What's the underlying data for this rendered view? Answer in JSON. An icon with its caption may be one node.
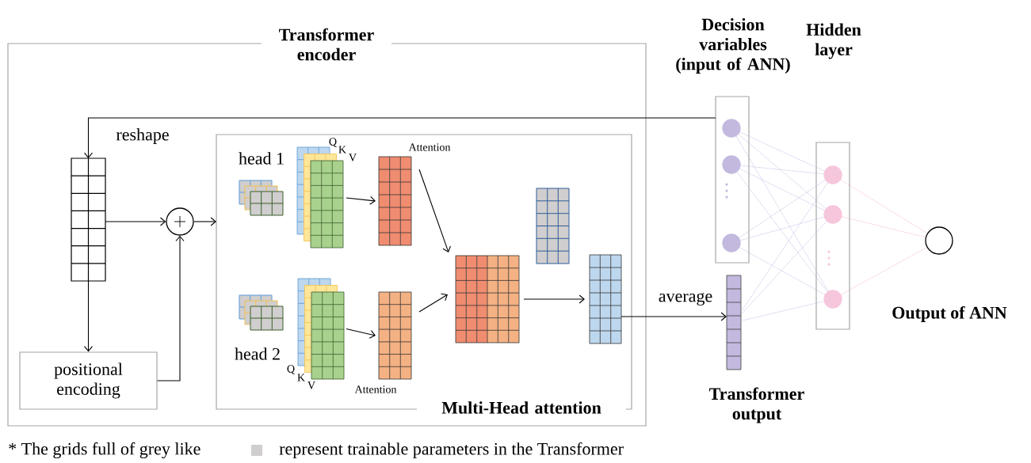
{
  "diagram": {
    "nodes": [
      {
        "text": [
          "Transformer encoder"
        ]
      },
      {
        "text": [],
        "shape": "grid",
        "in": 0
      },
      {
        "text": [],
        "shape": "circle",
        "in": 0
      },
      {
        "text": [
          "positional encoding"
        ],
        "in": 0
      },
      {
        "text": [
          "Multi-Head attention"
        ],
        "in": 0
      },
      {
        "text": [],
        "shape": "grid",
        "in": 4,
        "beside": [
          "Q",
          "K",
          "V"
        ]
      },
      {
        "text": [],
        "shape": "grid",
        "in": 4,
        "beside": [
          "Attention"
        ]
      },
      {
        "text": [],
        "shape": "grid",
        "in": 4,
        "beside": [
          "Q",
          "K",
          "V"
        ]
      },
      {
        "text": [],
        "shape": "grid",
        "in": 4,
        "beside": [
          "Attention"
        ]
      },
      {
        "text": [],
        "shape": "grid",
        "in": 4
      },
      {
        "text": [],
        "shape": "grid",
        "in": 4
      },
      {
        "text": [
          "Decision variables (input of ANN)"
        ]
      },
      {
        "text": [],
        "shape": "circle",
        "in": 11
      },
      {
        "text": [],
        "shape": "circle",
        "in": 11
      },
      {
        "text": [],
        "shape": "circle",
        "in": 11
      },
      {
        "text": [
          "Transformer output"
        ]
      },
      {
        "text": [
          "Hidden layer"
        ]
      },
      {
        "text": [],
        "shape": "circle",
        "in": 16
      },
      {
        "text": [],
        "shape": "circle",
        "in": 16
      },
      {
        "text": [],
        "shape": "circle",
        "in": 16
      },
      {
        "text": [],
        "shape": "circle",
        "beside": [
          "Output of ANN"
        ]
      }
    ],
    "edges": [
      {
        "from": 11,
        "to": 1,
        "arrow": "to",
        "label": "reshape",
        "color": "#000000"
      },
      {
        "from": 1,
        "to": 2,
        "arrow": "to",
        "color": "#000000"
      },
      {
        "from": 1,
        "to": 3,
        "arrow": "to",
        "color": "#000000"
      },
      {
        "from": 3,
        "to": 2,
        "arrow": "to",
        "color": "#000000"
      },
      {
        "from": 2,
        "to": 4,
        "arrow": "to",
        "color": "#000000"
      },
      {
        "from": 5,
        "to": 6,
        "arrow": "to",
        "color": "#000000"
      },
      {
        "from": 7,
        "to": 8,
        "arrow": "to",
        "color": "#000000"
      },
      {
        "from": 6,
        "to": 9,
        "arrow": "to",
        "color": "#000000"
      },
      {
        "from": 8,
        "to": 9,
        "arrow": "to",
        "color": "#000000"
      },
      {
        "from": 9,
        "to": 10,
        "arrow": "to",
        "color": "#000000"
      },
      {
        "from": 10,
        "to": 15,
        "arrow": "to",
        "label": "average",
        "color": "#000000"
      },
      {
        "from": 12,
        "to": 17,
        "arrow": "none",
        "style": "dashed",
        "color": "#b8b2e0"
      },
      {
        "from": 12,
        "to": 18,
        "arrow": "none",
        "style": "dashed",
        "color": "#b8b2e0"
      },
      {
        "from": 12,
        "to": 19,
        "arrow": "none",
        "style": "dashed",
        "color": "#b8b2e0"
      },
      {
        "from": 13,
        "to": 17,
        "arrow": "none",
        "style": "dashed",
        "color": "#b8b2e0"
      },
      {
        "from": 13,
        "to": 18,
        "arrow": "none",
        "style": "dashed",
        "color": "#b8b2e0"
      },
      {
        "from": 13,
        "to": 19,
        "arrow": "none",
        "style": "dashed",
        "color": "#b8b2e0"
      },
      {
        "from": 14,
        "to": 17,
        "arrow": "none",
        "style": "dashed",
        "color": "#b8b2e0"
      },
      {
        "from": 14,
        "to": 18,
        "arrow": "none",
        "style": "dashed",
        "color": "#b8b2e0"
      },
      {
        "from": 14,
        "to": 19,
        "arrow": "none",
        "style": "dashed",
        "color": "#b8b2e0"
      },
      {
        "from": 15,
        "to": 17,
        "arrow": "none",
        "style": "dashed",
        "color": "#b8b2e0"
      },
      {
        "from": 15,
        "to": 18,
        "arrow": "none",
        "style": "dashed",
        "color": "#b8b2e0"
      },
      {
        "from": 15,
        "to": 19,
        "arrow": "none",
        "style": "dashed",
        "color": "#b8b2e0"
      },
      {
        "from": 17,
        "to": 20,
        "arrow": "none",
        "style": "dashed",
        "color": "#f4a8c8"
      },
      {
        "from": 18,
        "to": 20,
        "arrow": "none",
        "style": "dashed",
        "color": "#f4a8c8"
      },
      {
        "from": 19,
        "to": 20,
        "arrow": "none",
        "style": "dashed",
        "color": "#f4a8c8"
      }
    ],
    "labels": [
      "head 1",
      "head 2",
      "* The grids full of grey like",
      "represent trainable parameters in the Transformer"
    ]
  }
}
